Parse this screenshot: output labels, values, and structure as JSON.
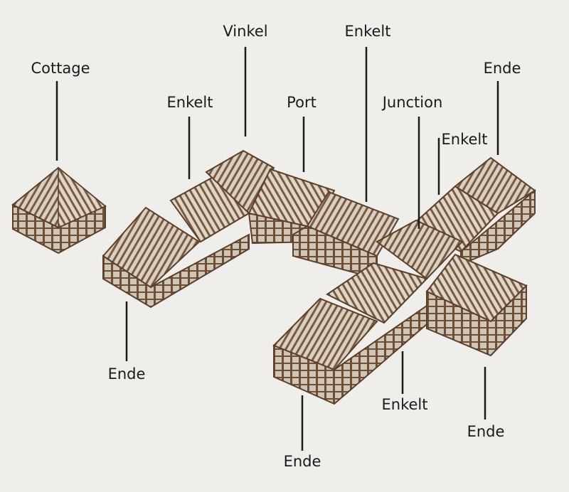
{
  "labels": {
    "cottage": "Cottage",
    "vinkel": "Vinkel",
    "enkelt_top_left": "Enkelt",
    "port": "Port",
    "enkelt_top_mid": "Enkelt",
    "junction": "Junction",
    "ende_top_right": "Ende",
    "enkelt_right": "Enkelt",
    "ende_left": "Ende",
    "enkelt_bottom": "Enkelt",
    "ende_bottom": "Ende",
    "ende_bottom_right": "Ende"
  },
  "colors": {
    "background": "#efeeeb",
    "wall": "#8a6a4e",
    "roof": "#9a7a5c",
    "highlight": "#e6e2da",
    "line": "#1a1a1a"
  }
}
